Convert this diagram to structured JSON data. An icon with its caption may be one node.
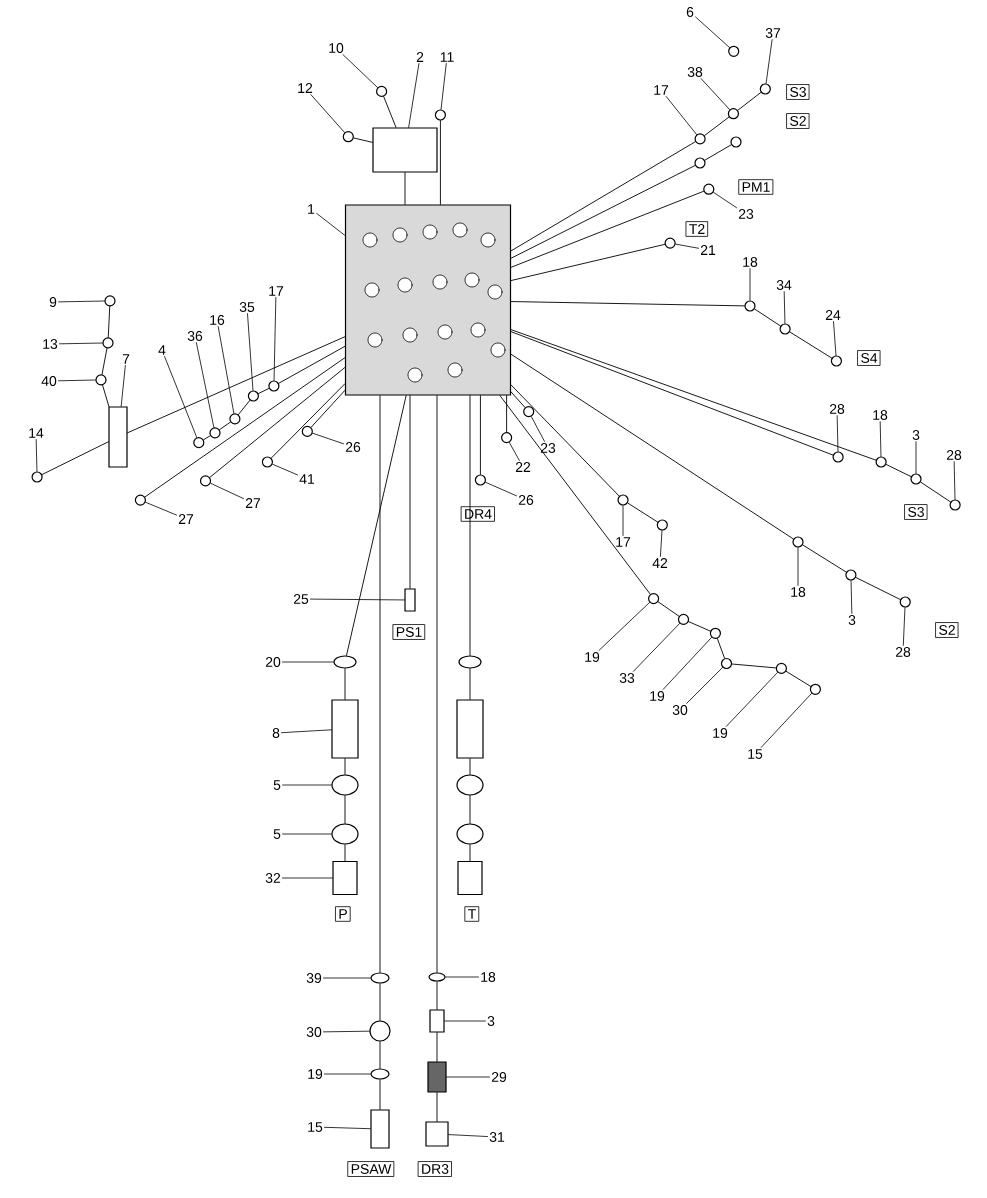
{
  "diagram": {
    "nodes": [
      {
        "text": [
          "6"
        ]
      },
      {
        "text": [
          "37"
        ]
      },
      {
        "text": [
          "10"
        ]
      },
      {
        "text": [
          "2"
        ]
      },
      {
        "text": [
          "11"
        ]
      },
      {
        "text": [
          "38"
        ]
      },
      {
        "text": [
          "12"
        ]
      },
      {
        "text": [
          "17"
        ]
      },
      {
        "text": [
          "S3"
        ]
      },
      {
        "text": [
          "S2"
        ]
      },
      {
        "text": [
          "PM1"
        ]
      },
      {
        "text": [
          "1"
        ]
      },
      {
        "text": [
          "23"
        ]
      },
      {
        "text": [
          "T2"
        ]
      },
      {
        "text": [
          "21"
        ]
      },
      {
        "text": [
          "18"
        ]
      },
      {
        "text": [
          "34"
        ]
      },
      {
        "text": [
          "17"
        ]
      },
      {
        "text": [
          "9"
        ]
      },
      {
        "text": [
          "35"
        ]
      },
      {
        "text": [
          "24"
        ]
      },
      {
        "text": [
          "16"
        ]
      },
      {
        "text": [
          "36"
        ]
      },
      {
        "text": [
          "13"
        ]
      },
      {
        "text": [
          "4"
        ]
      },
      {
        "text": [
          "S4"
        ]
      },
      {
        "text": [
          "7"
        ]
      },
      {
        "text": [
          "40"
        ]
      },
      {
        "text": [
          "28"
        ]
      },
      {
        "text": [
          "18"
        ]
      },
      {
        "text": [
          "14"
        ]
      },
      {
        "text": [
          "3"
        ]
      },
      {
        "text": [
          "26"
        ]
      },
      {
        "text": [
          "23"
        ]
      },
      {
        "text": [
          "28"
        ]
      },
      {
        "text": [
          "22"
        ]
      },
      {
        "text": [
          "41"
        ]
      },
      {
        "text": [
          "26"
        ]
      },
      {
        "text": [
          "27"
        ]
      },
      {
        "text": [
          "S3"
        ]
      },
      {
        "text": [
          "DR4"
        ]
      },
      {
        "text": [
          "27"
        ]
      },
      {
        "text": [
          "17"
        ]
      },
      {
        "text": [
          "42"
        ]
      },
      {
        "text": [
          "18"
        ]
      },
      {
        "text": [
          "25"
        ]
      },
      {
        "text": [
          "3"
        ]
      },
      {
        "text": [
          "S2"
        ]
      },
      {
        "text": [
          "PS1"
        ]
      },
      {
        "text": [
          "28"
        ]
      },
      {
        "text": [
          "19"
        ]
      },
      {
        "text": [
          "20"
        ]
      },
      {
        "text": [
          "33"
        ]
      },
      {
        "text": [
          "19"
        ]
      },
      {
        "text": [
          "30"
        ]
      },
      {
        "text": [
          "19"
        ]
      },
      {
        "text": [
          "8"
        ]
      },
      {
        "text": [
          "15"
        ]
      },
      {
        "text": [
          "5"
        ]
      },
      {
        "text": [
          "5"
        ]
      },
      {
        "text": [
          "32"
        ]
      },
      {
        "text": [
          "P"
        ]
      },
      {
        "text": [
          "T"
        ]
      },
      {
        "text": [
          "39"
        ]
      },
      {
        "text": [
          "18"
        ]
      },
      {
        "text": [
          "3"
        ]
      },
      {
        "text": [
          "30"
        ]
      },
      {
        "text": [
          "19"
        ]
      },
      {
        "text": [
          "29"
        ]
      },
      {
        "text": [
          "15"
        ]
      },
      {
        "text": [
          "31"
        ]
      },
      {
        "text": [
          "PSAW"
        ]
      },
      {
        "text": [
          "DR3"
        ]
      },
      {
        "text": [],
        "shape": "circle"
      },
      {
        "text": [],
        "shape": "circle"
      },
      {
        "text": [],
        "shape": "circle"
      },
      {
        "text": [],
        "shape": "box"
      },
      {
        "text": [],
        "shape": "circle"
      },
      {
        "text": [],
        "shape": "circle"
      },
      {
        "text": [],
        "shape": "circle"
      },
      {
        "text": [],
        "shape": "circle"
      },
      {
        "text": [],
        "shape": "box"
      },
      {
        "text": [],
        "shape": "circle"
      },
      {
        "text": [],
        "shape": "circle"
      },
      {
        "text": [],
        "shape": "circle"
      },
      {
        "text": [],
        "shape": "circle"
      },
      {
        "text": [],
        "shape": "circle"
      },
      {
        "text": [],
        "shape": "circle"
      },
      {
        "text": [],
        "shape": "circle"
      },
      {
        "text": [],
        "shape": "circle"
      },
      {
        "text": [],
        "shape": "circle"
      },
      {
        "text": [],
        "shape": "circle"
      },
      {
        "text": [],
        "shape": "circle"
      },
      {
        "text": [],
        "shape": "circle"
      },
      {
        "text": [],
        "shape": "box"
      },
      {
        "text": [],
        "shape": "circle"
      },
      {
        "text": [],
        "shape": "circle"
      },
      {
        "text": [],
        "shape": "circle"
      },
      {
        "text": [],
        "shape": "circle"
      },
      {
        "text": [],
        "shape": "circle"
      },
      {
        "text": [],
        "shape": "circle"
      },
      {
        "text": [],
        "shape": "circle"
      },
      {
        "text": [],
        "shape": "circle"
      },
      {
        "text": [],
        "shape": "circle"
      },
      {
        "text": [],
        "shape": "circle"
      },
      {
        "text": [],
        "shape": "circle"
      },
      {
        "text": [],
        "shape": "circle"
      },
      {
        "text": [],
        "shape": "circle"
      },
      {
        "text": [],
        "shape": "circle"
      },
      {
        "text": [],
        "shape": "circle"
      },
      {
        "text": [],
        "shape": "circle"
      },
      {
        "text": [],
        "shape": "box"
      },
      {
        "text": [],
        "shape": "circle"
      },
      {
        "text": [],
        "shape": "circle"
      },
      {
        "text": [],
        "shape": "circle"
      },
      {
        "text": [],
        "shape": "ellipse"
      },
      {
        "text": [],
        "shape": "circle"
      },
      {
        "text": [],
        "shape": "circle"
      },
      {
        "text": [],
        "shape": "circle"
      },
      {
        "text": [],
        "shape": "circle"
      },
      {
        "text": [],
        "shape": "box"
      },
      {
        "text": [],
        "shape": "circle"
      },
      {
        "text": [],
        "shape": "ellipse"
      },
      {
        "text": [],
        "shape": "ellipse"
      },
      {
        "text": [],
        "shape": "box"
      },
      {
        "text": [],
        "shape": "ellipse"
      },
      {
        "text": [],
        "shape": "ellipse"
      },
      {
        "text": [],
        "shape": "box"
      },
      {
        "text": [],
        "shape": "circle"
      },
      {
        "text": [],
        "shape": "ellipse"
      },
      {
        "text": [],
        "shape": "box"
      },
      {
        "text": [],
        "shape": "box"
      },
      {
        "text": [],
        "shape": "box"
      },
      {
        "text": [],
        "shape": "ellipse"
      },
      {
        "text": [],
        "shape": "box"
      },
      {
        "text": [],
        "shape": "ellipse"
      },
      {
        "text": [],
        "shape": "ellipse"
      },
      {
        "text": [],
        "shape": "box"
      },
      {
        "text": [],
        "shape": "circle"
      },
      {
        "text": [],
        "shape": "circle"
      }
    ],
    "edges": [
      {
        "from": 0,
        "to": 73,
        "arrow": "none"
      },
      {
        "from": 1,
        "to": 74,
        "arrow": "none"
      },
      {
        "from": 2,
        "to": 75,
        "arrow": "none"
      },
      {
        "from": 3,
        "to": 76,
        "arrow": "none"
      },
      {
        "from": 4,
        "to": 77,
        "arrow": "none"
      },
      {
        "from": 5,
        "to": 78,
        "arrow": "none"
      },
      {
        "from": 6,
        "to": 79,
        "arrow": "none"
      },
      {
        "from": 7,
        "to": 80,
        "arrow": "none"
      },
      {
        "from": 11,
        "to": 81,
        "arrow": "none"
      },
      {
        "from": 12,
        "to": 82,
        "arrow": "none"
      },
      {
        "from": 14,
        "to": 83,
        "arrow": "none"
      },
      {
        "from": 15,
        "to": 84,
        "arrow": "none"
      },
      {
        "from": 16,
        "to": 85,
        "arrow": "none"
      },
      {
        "from": 17,
        "to": 86,
        "arrow": "none"
      },
      {
        "from": 18,
        "to": 87,
        "arrow": "none"
      },
      {
        "from": 19,
        "to": 88,
        "arrow": "none"
      },
      {
        "from": 20,
        "to": 89,
        "arrow": "none"
      },
      {
        "from": 21,
        "to": 90,
        "arrow": "none"
      },
      {
        "from": 22,
        "to": 91,
        "arrow": "none"
      },
      {
        "from": 23,
        "to": 92,
        "arrow": "none"
      },
      {
        "from": 24,
        "to": 93,
        "arrow": "none"
      },
      {
        "from": 26,
        "to": 94,
        "arrow": "none"
      },
      {
        "from": 27,
        "to": 95,
        "arrow": "none"
      },
      {
        "from": 28,
        "to": 96,
        "arrow": "none"
      },
      {
        "from": 29,
        "to": 97,
        "arrow": "none"
      },
      {
        "from": 30,
        "to": 98,
        "arrow": "none"
      },
      {
        "from": 31,
        "to": 99,
        "arrow": "none"
      },
      {
        "from": 32,
        "to": 100,
        "arrow": "none"
      },
      {
        "from": 33,
        "to": 101,
        "arrow": "none"
      },
      {
        "from": 34,
        "to": 102,
        "arrow": "none"
      },
      {
        "from": 35,
        "to": 103,
        "arrow": "none"
      },
      {
        "from": 36,
        "to": 104,
        "arrow": "none"
      },
      {
        "from": 37,
        "to": 105,
        "arrow": "none"
      },
      {
        "from": 38,
        "to": 106,
        "arrow": "none"
      },
      {
        "from": 41,
        "to": 107,
        "arrow": "none"
      },
      {
        "from": 42,
        "to": 108,
        "arrow": "none"
      },
      {
        "from": 43,
        "to": 109,
        "arrow": "none"
      },
      {
        "from": 44,
        "to": 110,
        "arrow": "none"
      },
      {
        "from": 45,
        "to": 111,
        "arrow": "none"
      },
      {
        "from": 46,
        "to": 112,
        "arrow": "none"
      },
      {
        "from": 49,
        "to": 113,
        "arrow": "none"
      },
      {
        "from": 50,
        "to": 114,
        "arrow": "none"
      },
      {
        "from": 51,
        "to": 115,
        "arrow": "none"
      },
      {
        "from": 52,
        "to": 116,
        "arrow": "none"
      },
      {
        "from": 53,
        "to": 117,
        "arrow": "none"
      },
      {
        "from": 54,
        "to": 118,
        "arrow": "none"
      },
      {
        "from": 55,
        "to": 119,
        "arrow": "none"
      },
      {
        "from": 56,
        "to": 120,
        "arrow": "none"
      },
      {
        "from": 57,
        "to": 121,
        "arrow": "none"
      },
      {
        "from": 58,
        "to": 122,
        "arrow": "none"
      },
      {
        "from": 59,
        "to": 123,
        "arrow": "none"
      },
      {
        "from": 60,
        "to": 124,
        "arrow": "none"
      },
      {
        "from": 63,
        "to": 125,
        "arrow": "none"
      },
      {
        "from": 64,
        "to": 126,
        "arrow": "none"
      },
      {
        "from": 65,
        "to": 127,
        "arrow": "none"
      },
      {
        "from": 66,
        "to": 128,
        "arrow": "none"
      },
      {
        "from": 67,
        "to": 129,
        "arrow": "none"
      },
      {
        "from": 68,
        "to": 130,
        "arrow": "none"
      },
      {
        "from": 69,
        "to": 131,
        "arrow": "none"
      },
      {
        "from": 70,
        "to": 132,
        "arrow": "none"
      },
      {
        "from": 81,
        "to": 115,
        "arrow": "none"
      },
      {
        "from": 115,
        "to": 120,
        "arrow": "none"
      },
      {
        "from": 120,
        "to": 122,
        "arrow": "none"
      },
      {
        "from": 122,
        "to": 123,
        "arrow": "none"
      },
      {
        "from": 123,
        "to": 124,
        "arrow": "none"
      },
      {
        "from": 81,
        "to": 133,
        "arrow": "none"
      },
      {
        "from": 133,
        "to": 134,
        "arrow": "none"
      },
      {
        "from": 134,
        "to": 135,
        "arrow": "none"
      },
      {
        "from": 135,
        "to": 136,
        "arrow": "none"
      },
      {
        "from": 136,
        "to": 137,
        "arrow": "none"
      },
      {
        "from": 81,
        "to": 125,
        "arrow": "none"
      },
      {
        "from": 125,
        "to": 128,
        "arrow": "none"
      },
      {
        "from": 128,
        "to": 129,
        "arrow": "none"
      },
      {
        "from": 129,
        "to": 131,
        "arrow": "none"
      },
      {
        "from": 81,
        "to": 126,
        "arrow": "none"
      },
      {
        "from": 126,
        "to": 127,
        "arrow": "none"
      },
      {
        "from": 127,
        "to": 130,
        "arrow": "none"
      },
      {
        "from": 130,
        "to": 132,
        "arrow": "none"
      },
      {
        "from": 81,
        "to": 111,
        "arrow": "none"
      },
      {
        "from": 81,
        "to": 105,
        "arrow": "none"
      },
      {
        "from": 81,
        "to": 114,
        "arrow": "none"
      },
      {
        "from": 114,
        "to": 116,
        "arrow": "none"
      },
      {
        "from": 116,
        "to": 117,
        "arrow": "none"
      },
      {
        "from": 117,
        "to": 118,
        "arrow": "none"
      },
      {
        "from": 118,
        "to": 119,
        "arrow": "none"
      },
      {
        "from": 119,
        "to": 121,
        "arrow": "none"
      },
      {
        "from": 81,
        "to": 108,
        "arrow": "none"
      },
      {
        "from": 108,
        "to": 109,
        "arrow": "none"
      },
      {
        "from": 81,
        "to": 110,
        "arrow": "none"
      },
      {
        "from": 110,
        "to": 112,
        "arrow": "none"
      },
      {
        "from": 112,
        "to": 113,
        "arrow": "none"
      },
      {
        "from": 81,
        "to": 96,
        "arrow": "none"
      },
      {
        "from": 81,
        "to": 97,
        "arrow": "none"
      },
      {
        "from": 97,
        "to": 99,
        "arrow": "none"
      },
      {
        "from": 99,
        "to": 102,
        "arrow": "none"
      },
      {
        "from": 81,
        "to": 84,
        "arrow": "none"
      },
      {
        "from": 84,
        "to": 85,
        "arrow": "none"
      },
      {
        "from": 85,
        "to": 89,
        "arrow": "none"
      },
      {
        "from": 81,
        "to": 80,
        "arrow": "none"
      },
      {
        "from": 80,
        "to": 78,
        "arrow": "none"
      },
      {
        "from": 78,
        "to": 74,
        "arrow": "none"
      },
      {
        "from": 81,
        "to": 138,
        "arrow": "none"
      },
      {
        "from": 138,
        "to": 139,
        "arrow": "none"
      },
      {
        "from": 81,
        "to": 82,
        "arrow": "none"
      },
      {
        "from": 81,
        "to": 83,
        "arrow": "none"
      },
      {
        "from": 81,
        "to": 86,
        "arrow": "none"
      },
      {
        "from": 86,
        "to": 88,
        "arrow": "none"
      },
      {
        "from": 88,
        "to": 90,
        "arrow": "none"
      },
      {
        "from": 90,
        "to": 91,
        "arrow": "none"
      },
      {
        "from": 91,
        "to": 93,
        "arrow": "none"
      },
      {
        "from": 81,
        "to": 94,
        "arrow": "none"
      },
      {
        "from": 94,
        "to": 98,
        "arrow": "none"
      },
      {
        "from": 81,
        "to": 107,
        "arrow": "none"
      },
      {
        "from": 81,
        "to": 106,
        "arrow": "none"
      },
      {
        "from": 81,
        "to": 104,
        "arrow": "none"
      },
      {
        "from": 81,
        "to": 100,
        "arrow": "none"
      },
      {
        "from": 81,
        "to": 103,
        "arrow": "none"
      },
      {
        "from": 81,
        "to": 101,
        "arrow": "none"
      },
      {
        "from": 87,
        "to": 92,
        "arrow": "none"
      },
      {
        "from": 92,
        "to": 95,
        "arrow": "none"
      },
      {
        "from": 95,
        "to": 94,
        "arrow": "none"
      },
      {
        "from": 75,
        "to": 76,
        "arrow": "none"
      },
      {
        "from": 76,
        "to": 81,
        "arrow": "none"
      },
      {
        "from": 79,
        "to": 76,
        "arrow": "none"
      },
      {
        "from": 77,
        "to": 81,
        "arrow": "none"
      }
    ]
  }
}
